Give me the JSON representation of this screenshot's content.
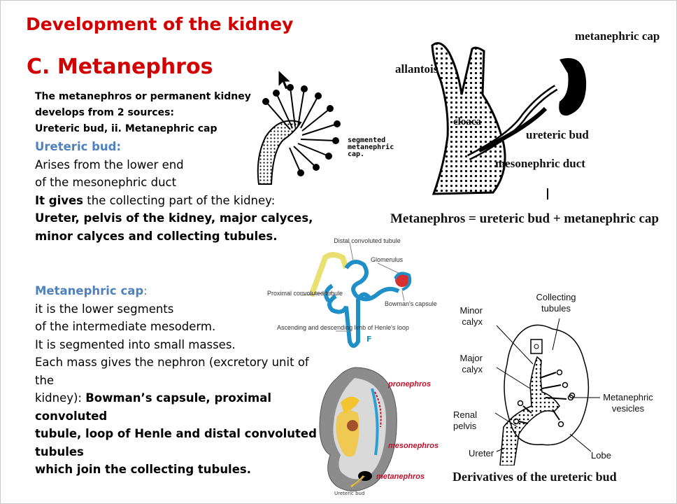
{
  "header": {
    "title": "Development of the kidney"
  },
  "section": {
    "title": "C. Metanephros"
  },
  "intro": {
    "line1": "The metanephros or permanent kidney",
    "line2": "develops from 2 sources:",
    "line3": "Ureteric bud, ii. Metanephric cap"
  },
  "ureteric_bud": {
    "heading": "Ureteric bud:",
    "line1": "Arises from the lower end",
    "line2": "of the mesonephric duct",
    "gives_bold": "It gives",
    "gives_rest": " the collecting part of the kidney:",
    "list1": "Ureter, pelvis of the kidney, major calyces,",
    "list2": "minor calyces and collecting tubules."
  },
  "metanephric_cap": {
    "heading": "Metanephric cap",
    "colon": ":",
    "line1": "it is the lower segments",
    "line2": "of the intermediate mesoderm.",
    "line3": "It is segmented into small masses.",
    "line4": "Each mass gives the nephron (excretory unit of",
    "line5": "the",
    "line6_plain": "kidney): ",
    "line6_bold": "Bowman’s capsule, proximal",
    "line7": "convoluted",
    "line8": "tubule, loop of Henle and distal convoluted",
    "line9": "tubules",
    "line10": "which join the collecting tubules."
  },
  "fig_cap": {
    "label1": "segmented",
    "label2": "metanephric",
    "label3": "cap."
  },
  "fig_top_right": {
    "allantois": "allantois",
    "metanephric_cap": "metanephric cap",
    "cloaca": "cloaca",
    "ureteric_bud": "ureteric bud",
    "mesonephric_duct": "mesonephric duct",
    "equation": "Metanephros = ureteric bud + metanephric cap"
  },
  "fig_nephron": {
    "distal": "Distal convoluted tubule",
    "glomerulus": "Glomerulus",
    "proximal": "Proximal convoluted tubule",
    "bowman": "Bowman's capsule",
    "henle": "Ascending and descending limb of Henle's loop",
    "letter": "F"
  },
  "fig_embryo": {
    "pronephros": "pronephros",
    "mesonephros": "mesonephros",
    "metanephros": "metanephros",
    "ureteric_bud": "Ureteric bud"
  },
  "fig_derivatives": {
    "collecting": "Collecting tubules",
    "minor": "Minor calyx",
    "major": "Major calyx",
    "renal": "Renal pelvis",
    "ureter": "Ureter",
    "lobe": "Lobe",
    "vesicles": "Metanephric vesicles",
    "caption": "Derivatives of the ureteric bud"
  },
  "colors": {
    "title_red": "#d20000",
    "heading_blue": "#4f81bd",
    "nephron_blue": "#1f8fc8"
  }
}
